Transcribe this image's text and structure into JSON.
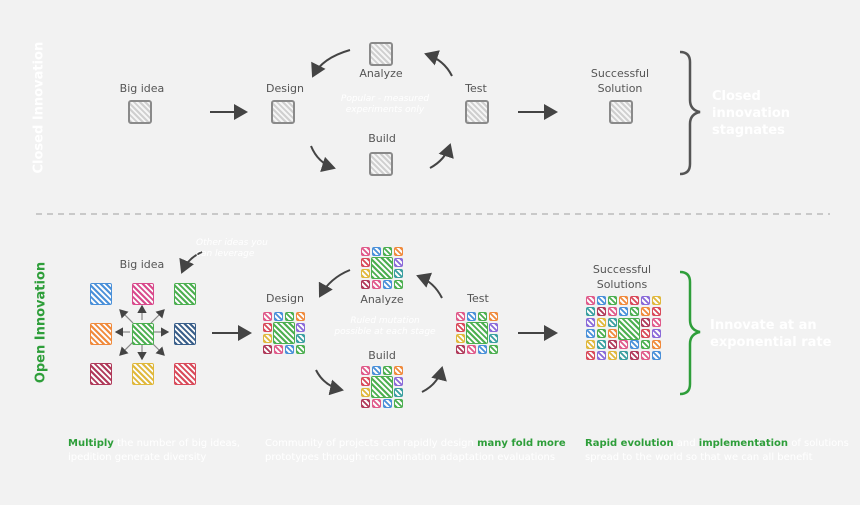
{
  "closed": {
    "side_label": "Closed Innovation",
    "stages": {
      "big_idea": "Big idea",
      "design": "Design",
      "analyze": "Analyze",
      "test": "Test",
      "build": "Build",
      "success": "Successful\nSolution"
    },
    "center_note": "Popular - measured\nexperiments only",
    "result": "Closed\ninnovation\nstagnates"
  },
  "open": {
    "side_label": "Open Innovation",
    "stages": {
      "big_idea": "Big idea",
      "design": "Design",
      "analyze": "Analyze",
      "test": "Test",
      "build": "Build",
      "success": "Successful\nSolutions"
    },
    "idea_note": "Other ideas you\ncan leverage",
    "center_note": "Ruled mutation\npossible at each stage",
    "result": "Innovate at an\nexponential rate"
  },
  "bottom": {
    "col1": {
      "hl": "Multiply",
      "rest1": " the number of big ideas,",
      "line2": "ipedition generate diversity"
    },
    "col2": {
      "line1a": "Community of projects can rapidly design ",
      "hl": "many fold more",
      "line2": "prototypes through recombination adaptation evaluations"
    },
    "col3": {
      "hl1": "Rapid evolution",
      "mid": " and ",
      "hl2": "implementation",
      "rest": " of solutions",
      "line2": "spread to the world so that we can all benefit"
    }
  },
  "colors": {
    "green": "#2e9e3a",
    "gray_box": "#8a8a8a",
    "arrow": "#444444",
    "idea_boxes": [
      "#4a90d9",
      "#d94a8c",
      "#4caf50",
      "#f08a3c",
      "#4caf50",
      "#3a5f8a",
      "#b03a5a",
      "#e0b83c",
      "#d94a5a"
    ]
  }
}
